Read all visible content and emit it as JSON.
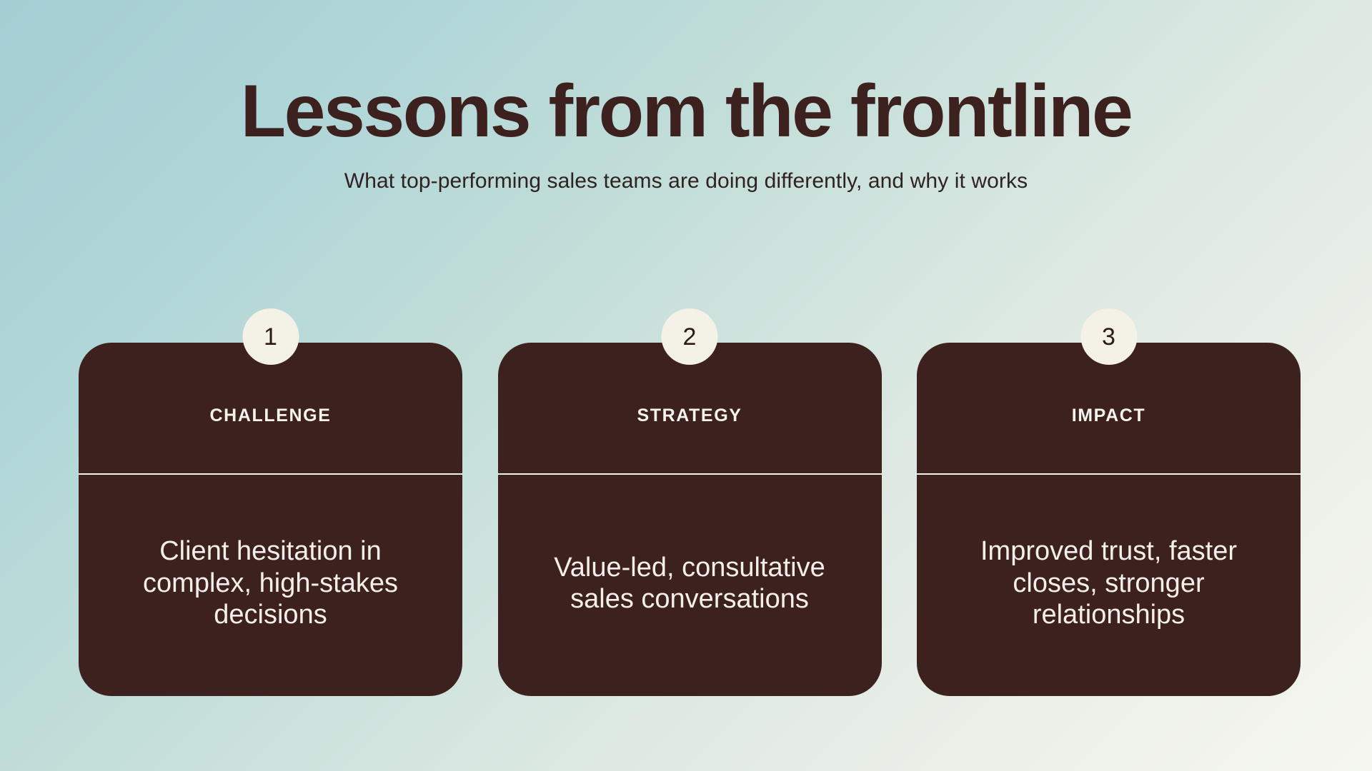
{
  "header": {
    "title": "Lessons from the frontline",
    "subtitle": "What top-performing sales teams are doing differently, and why it works"
  },
  "colors": {
    "background_start": "#a4ced3",
    "background_end": "#f5f6f0",
    "card_background": "#3c211f",
    "card_text": "#f5efe9",
    "badge_background": "#f4f1e7",
    "badge_text": "#2b1a18",
    "divider": "#f4f1e7"
  },
  "cards": [
    {
      "badge": "1",
      "label": "CHALLENGE",
      "text": "Client hesitation in complex, high-stakes decisions"
    },
    {
      "badge": "2",
      "label": "STRATEGY",
      "text": "Value-led, consultative sales conversations"
    },
    {
      "badge": "3",
      "label": "IMPACT",
      "text": "Improved trust, faster closes, stronger relationships"
    }
  ]
}
